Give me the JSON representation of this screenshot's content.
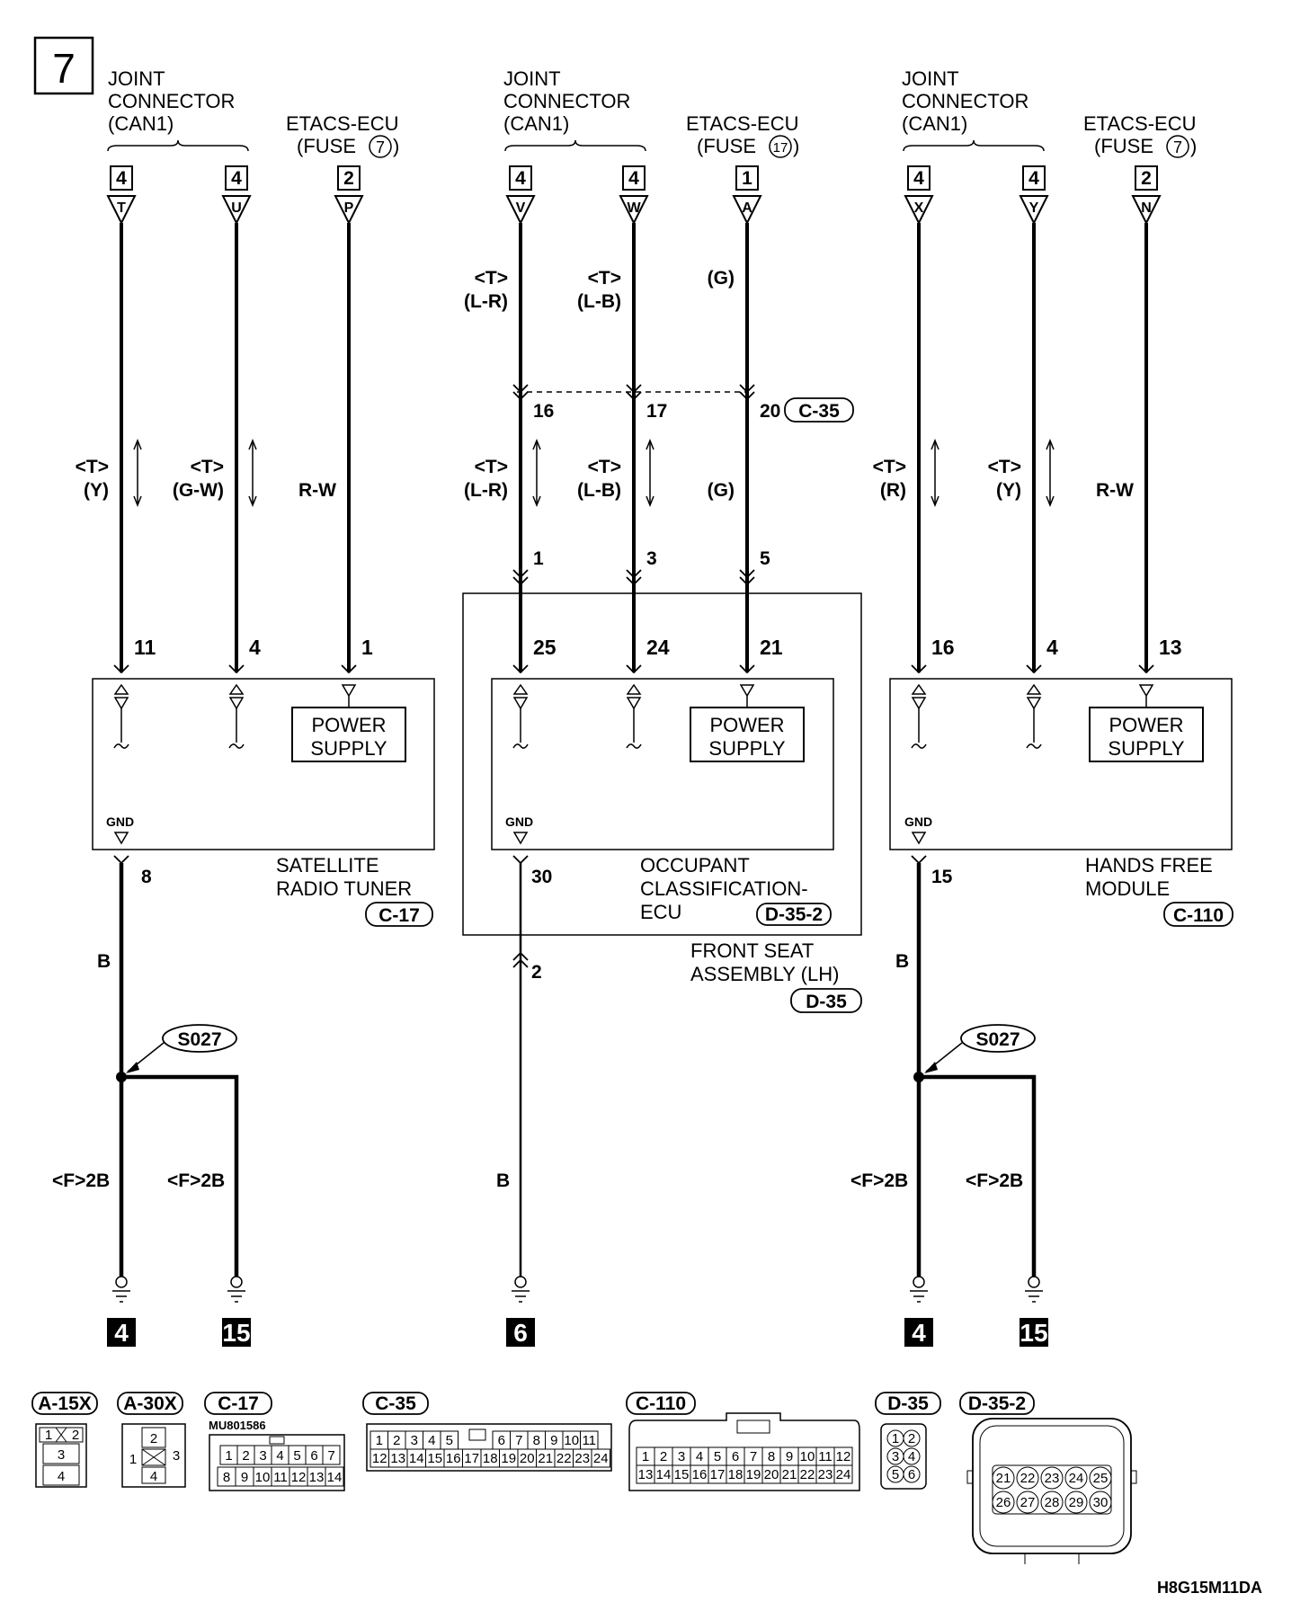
{
  "page_number": "7",
  "diagram_id": "H8G15M11DA",
  "top_labels": [
    {
      "lines": [
        "JOINT",
        "CONNECTOR",
        "(CAN1)"
      ]
    },
    {
      "lines": [
        "ETACS-ECU",
        "(FUSE",
        ")"
      ],
      "fuse": "7"
    },
    {
      "lines": [
        "JOINT",
        "CONNECTOR",
        "(CAN1)"
      ]
    },
    {
      "lines": [
        "ETACS-ECU",
        "(FUSE",
        ")"
      ],
      "fuse": "17"
    },
    {
      "lines": [
        "JOINT",
        "CONNECTOR",
        "(CAN1)"
      ]
    },
    {
      "lines": [
        "ETACS-ECU",
        "(FUSE",
        ")"
      ],
      "fuse": "7"
    }
  ],
  "wires": [
    {
      "box": "4",
      "letter": "T",
      "wire_top": "",
      "wire_mid": [
        "<T>",
        "(Y)"
      ],
      "pin": "11",
      "gpin": ""
    },
    {
      "box": "4",
      "letter": "U",
      "wire_top": "",
      "wire_mid": [
        "<T>",
        "(G-W)"
      ],
      "pin": "4"
    },
    {
      "box": "2",
      "letter": "P",
      "wire_mid": [
        "R-W"
      ],
      "pin": "1"
    },
    {
      "box": "4",
      "letter": "V",
      "wire_top": [
        "<T>",
        "(L-R)"
      ],
      "wire_mid": [
        "<T>",
        "(L-R)"
      ],
      "c35": "16",
      "d35": "1",
      "pin": "25"
    },
    {
      "box": "4",
      "letter": "W",
      "wire_top": [
        "<T>",
        "(L-B)"
      ],
      "wire_mid": [
        "<T>",
        "(L-B)"
      ],
      "c35": "17",
      "d35": "3",
      "pin": "24"
    },
    {
      "box": "1",
      "letter": "A",
      "wire_top": [
        "(G)"
      ],
      "wire_mid": [
        "(G)"
      ],
      "c35": "20",
      "d35": "5",
      "pin": "21"
    },
    {
      "box": "4",
      "letter": "X",
      "wire_mid": [
        "<T>",
        "(R)"
      ],
      "pin": "16"
    },
    {
      "box": "4",
      "letter": "Y",
      "wire_mid": [
        "<T>",
        "(Y)"
      ],
      "pin": "4"
    },
    {
      "box": "2",
      "letter": "N",
      "wire_mid": [
        "R-W"
      ],
      "pin": "13"
    }
  ],
  "c35_tag": "C-35",
  "modules": [
    {
      "power": [
        "POWER",
        "SUPPLY"
      ],
      "gnd": "GND",
      "gpin": "8",
      "name": [
        "SATELLITE",
        "RADIO TUNER"
      ],
      "conn": "C-17",
      "wire": "B",
      "splice": "S027",
      "ground_wires": [
        "<F>2B",
        "<F>2B"
      ],
      "grounds": [
        "4",
        "15"
      ]
    },
    {
      "power": [
        "POWER",
        "SUPPLY"
      ],
      "gnd": "GND",
      "gpin": "30",
      "name": [
        "OCCUPANT",
        "CLASSIFICATION-",
        "ECU"
      ],
      "conn": "D-35-2",
      "wire": "B",
      "d35pin": "2",
      "assembly": [
        "FRONT SEAT",
        "ASSEMBLY (LH)"
      ],
      "assembly_conn": "D-35",
      "grounds": [
        "6"
      ]
    },
    {
      "power": [
        "POWER",
        "SUPPLY"
      ],
      "gnd": "GND",
      "gpin": "15",
      "name": [
        "HANDS FREE",
        "MODULE"
      ],
      "conn": "C-110",
      "wire": "B",
      "splice": "S027",
      "ground_wires": [
        "<F>2B",
        "<F>2B"
      ],
      "grounds": [
        "4",
        "15"
      ]
    }
  ],
  "connectors": [
    {
      "name": "A-15X",
      "cells": [
        "1",
        "2",
        "3",
        "4"
      ]
    },
    {
      "name": "A-30X",
      "cells": [
        "1",
        "2",
        "3",
        "4"
      ]
    },
    {
      "name": "C-17",
      "part": "MU801586",
      "rows": [
        [
          "1",
          "2",
          "3",
          "4",
          "5",
          "6",
          "7"
        ],
        [
          "8",
          "9",
          "10",
          "11",
          "12",
          "13",
          "14"
        ]
      ]
    },
    {
      "name": "C-35",
      "rows": [
        [
          "1",
          "2",
          "3",
          "4",
          "5",
          "",
          "6",
          "7",
          "8",
          "9",
          "10",
          "11"
        ],
        [
          "12",
          "13",
          "14",
          "15",
          "16",
          "17",
          "18",
          "19",
          "20",
          "21",
          "22",
          "23",
          "24"
        ]
      ]
    },
    {
      "name": "C-110",
      "rows": [
        [
          "1",
          "2",
          "3",
          "4",
          "5",
          "6",
          "7",
          "8",
          "9",
          "10",
          "11",
          "12"
        ],
        [
          "13",
          "14",
          "15",
          "16",
          "17",
          "18",
          "19",
          "20",
          "21",
          "22",
          "23",
          "24"
        ]
      ]
    },
    {
      "name": "D-35",
      "cells": [
        "1",
        "2",
        "3",
        "4",
        "5",
        "6"
      ]
    },
    {
      "name": "D-35-2",
      "rows": [
        [
          "21",
          "22",
          "23",
          "24",
          "25"
        ],
        [
          "26",
          "27",
          "28",
          "29",
          "30"
        ]
      ]
    }
  ]
}
